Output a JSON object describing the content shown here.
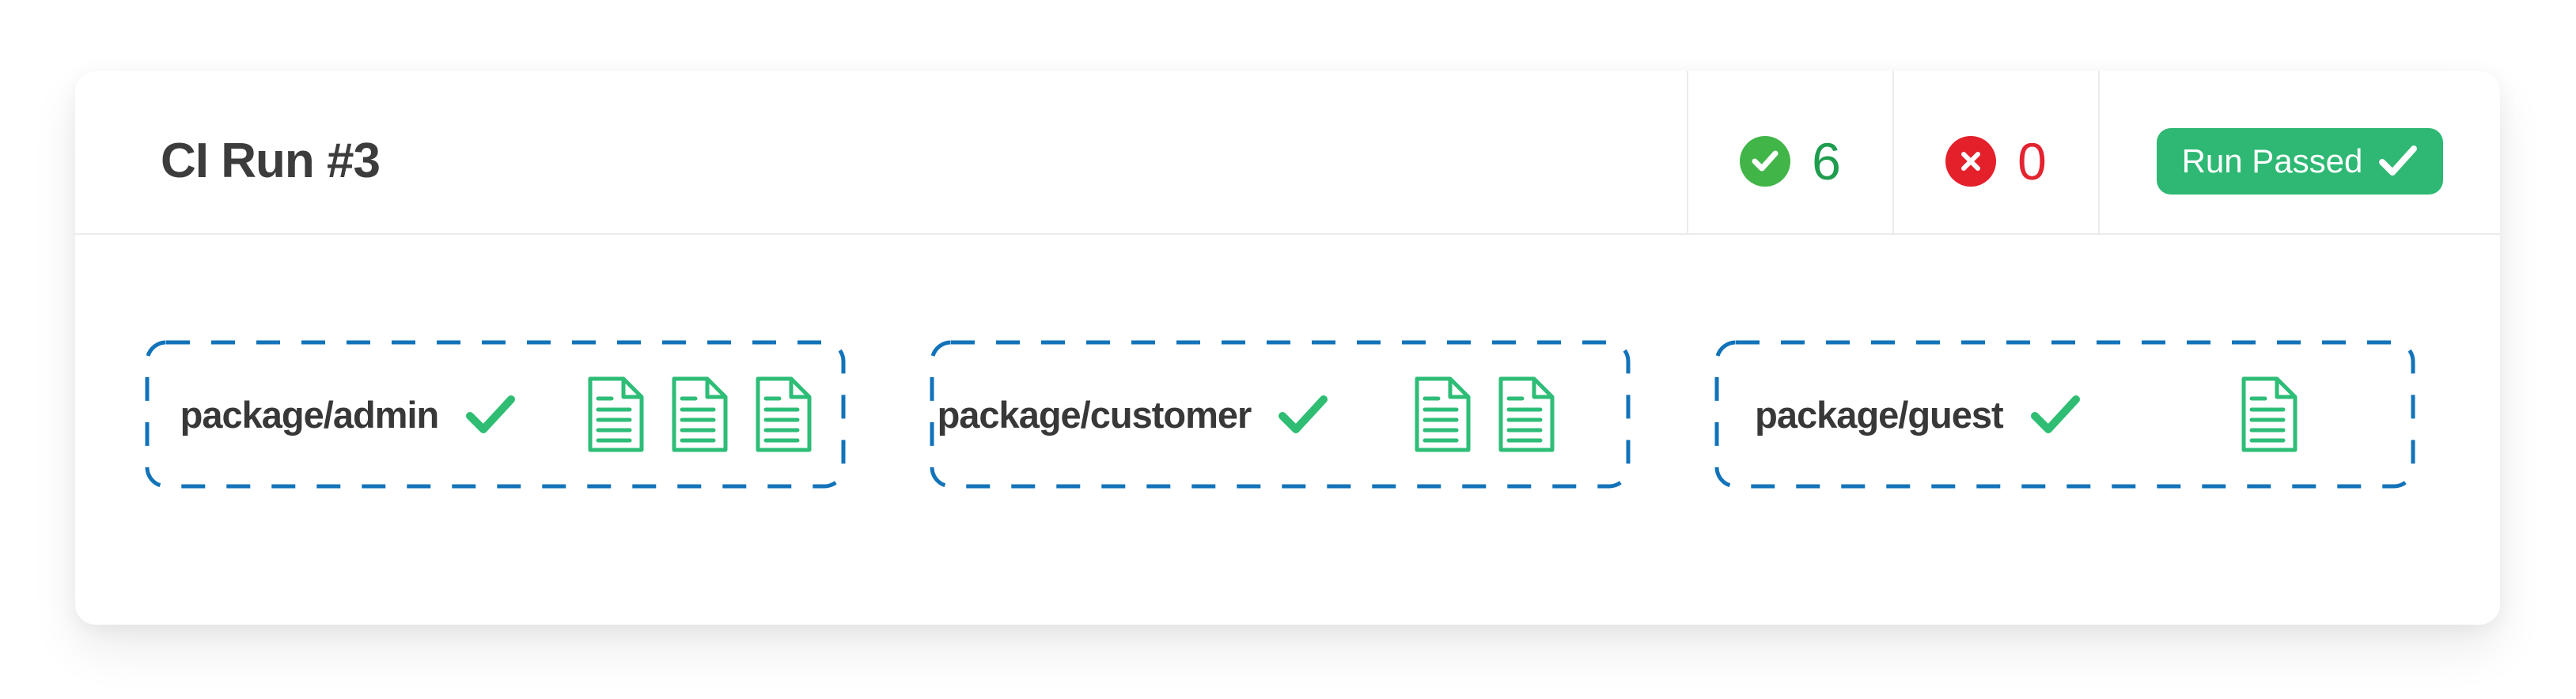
{
  "card": {
    "header": {
      "title": "CI Run #3",
      "passed": {
        "count": "6",
        "icon": "check-circle-icon",
        "circle_color": "#42b549",
        "text_color": "#1f9d4f"
      },
      "failed": {
        "count": "0",
        "icon": "x-circle-icon",
        "circle_color": "#e4202b",
        "text_color": "#e32430"
      },
      "status_button": {
        "label": "Run Passed",
        "icon": "check-icon",
        "bg_color": "#2eb873",
        "text_color": "#ffffff"
      }
    },
    "packages": [
      {
        "label": "package/admin",
        "status_icon": "check-icon",
        "doc_count": 3
      },
      {
        "label": "package/customer",
        "status_icon": "check-icon",
        "doc_count": 2
      },
      {
        "label": "package/guest",
        "status_icon": "check-icon",
        "doc_count": 1
      }
    ]
  },
  "colors": {
    "dashed_border_blue": "#1273b9",
    "doc_icon_green": "#2ebd77",
    "check_green": "#2ebd72",
    "title_text": "#3c3c3c",
    "label_text": "#383838",
    "divider": "#ebebeb",
    "card_bg": "#ffffff"
  }
}
